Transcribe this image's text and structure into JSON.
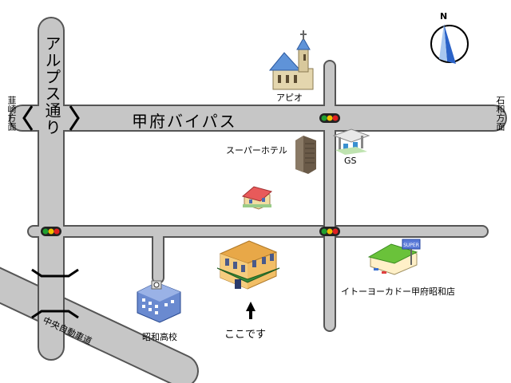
{
  "roads": {
    "alps_dori": "アルプス通り",
    "kofu_bypass": "甲府バイパス",
    "chuo_expressway": "中央自動車道"
  },
  "directions": {
    "left": "韮崎方面",
    "right": "石和方面",
    "north_mark": "N"
  },
  "landmarks": {
    "apio": "アピオ",
    "super_hotel": "スーパーホテル",
    "gas_station": "GS",
    "school": "昭和高校",
    "ito_yokado": "イトーヨーカドー甲府昭和店",
    "here": "ここです",
    "supa_sign": "SUPER"
  },
  "colors": {
    "road_fill": "#c6c6c6",
    "road_edge": "#5a5a5a",
    "signal_red": "#e02020",
    "signal_yellow": "#f0c000",
    "signal_green": "#20a030"
  }
}
